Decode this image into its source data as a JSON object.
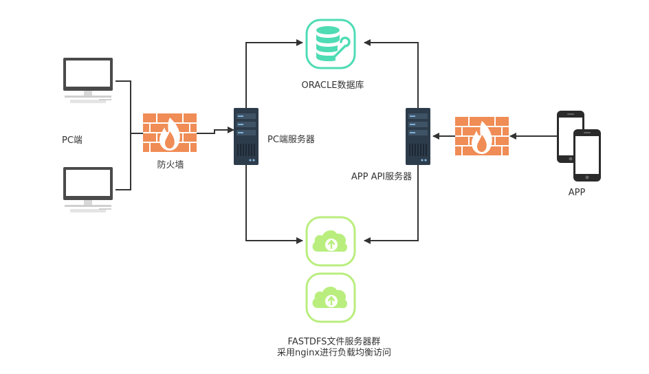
{
  "labels": {
    "pc_clients": "PC端",
    "firewall_left": "防火墙",
    "pc_server": "PC端服务器",
    "database": "ORACLE数据库",
    "app_api_server": "APP API服务器",
    "app": "APP",
    "fastdfs_line1": "FASTDFS文件服务器群",
    "fastdfs_line2": "采用nginx进行负载均衡访问"
  },
  "icons": {
    "pc_top": "desktop-computer-icon",
    "pc_bottom": "desktop-computer-icon",
    "firewall_left": "firewall-icon",
    "firewall_right": "firewall-icon",
    "pc_server": "server-rack-icon",
    "app_server": "server-rack-icon",
    "database": "database-settings-icon",
    "fastdfs_top": "cloud-upload-icon",
    "fastdfs_bottom": "cloud-upload-icon",
    "phones": "smartphone-icon"
  },
  "colors": {
    "firewall": "#F08C55",
    "database": "#4EDCB4",
    "cloud": "#B9EE7E",
    "server": "#2D3C4B",
    "line": "#333333",
    "text": "#333333"
  }
}
